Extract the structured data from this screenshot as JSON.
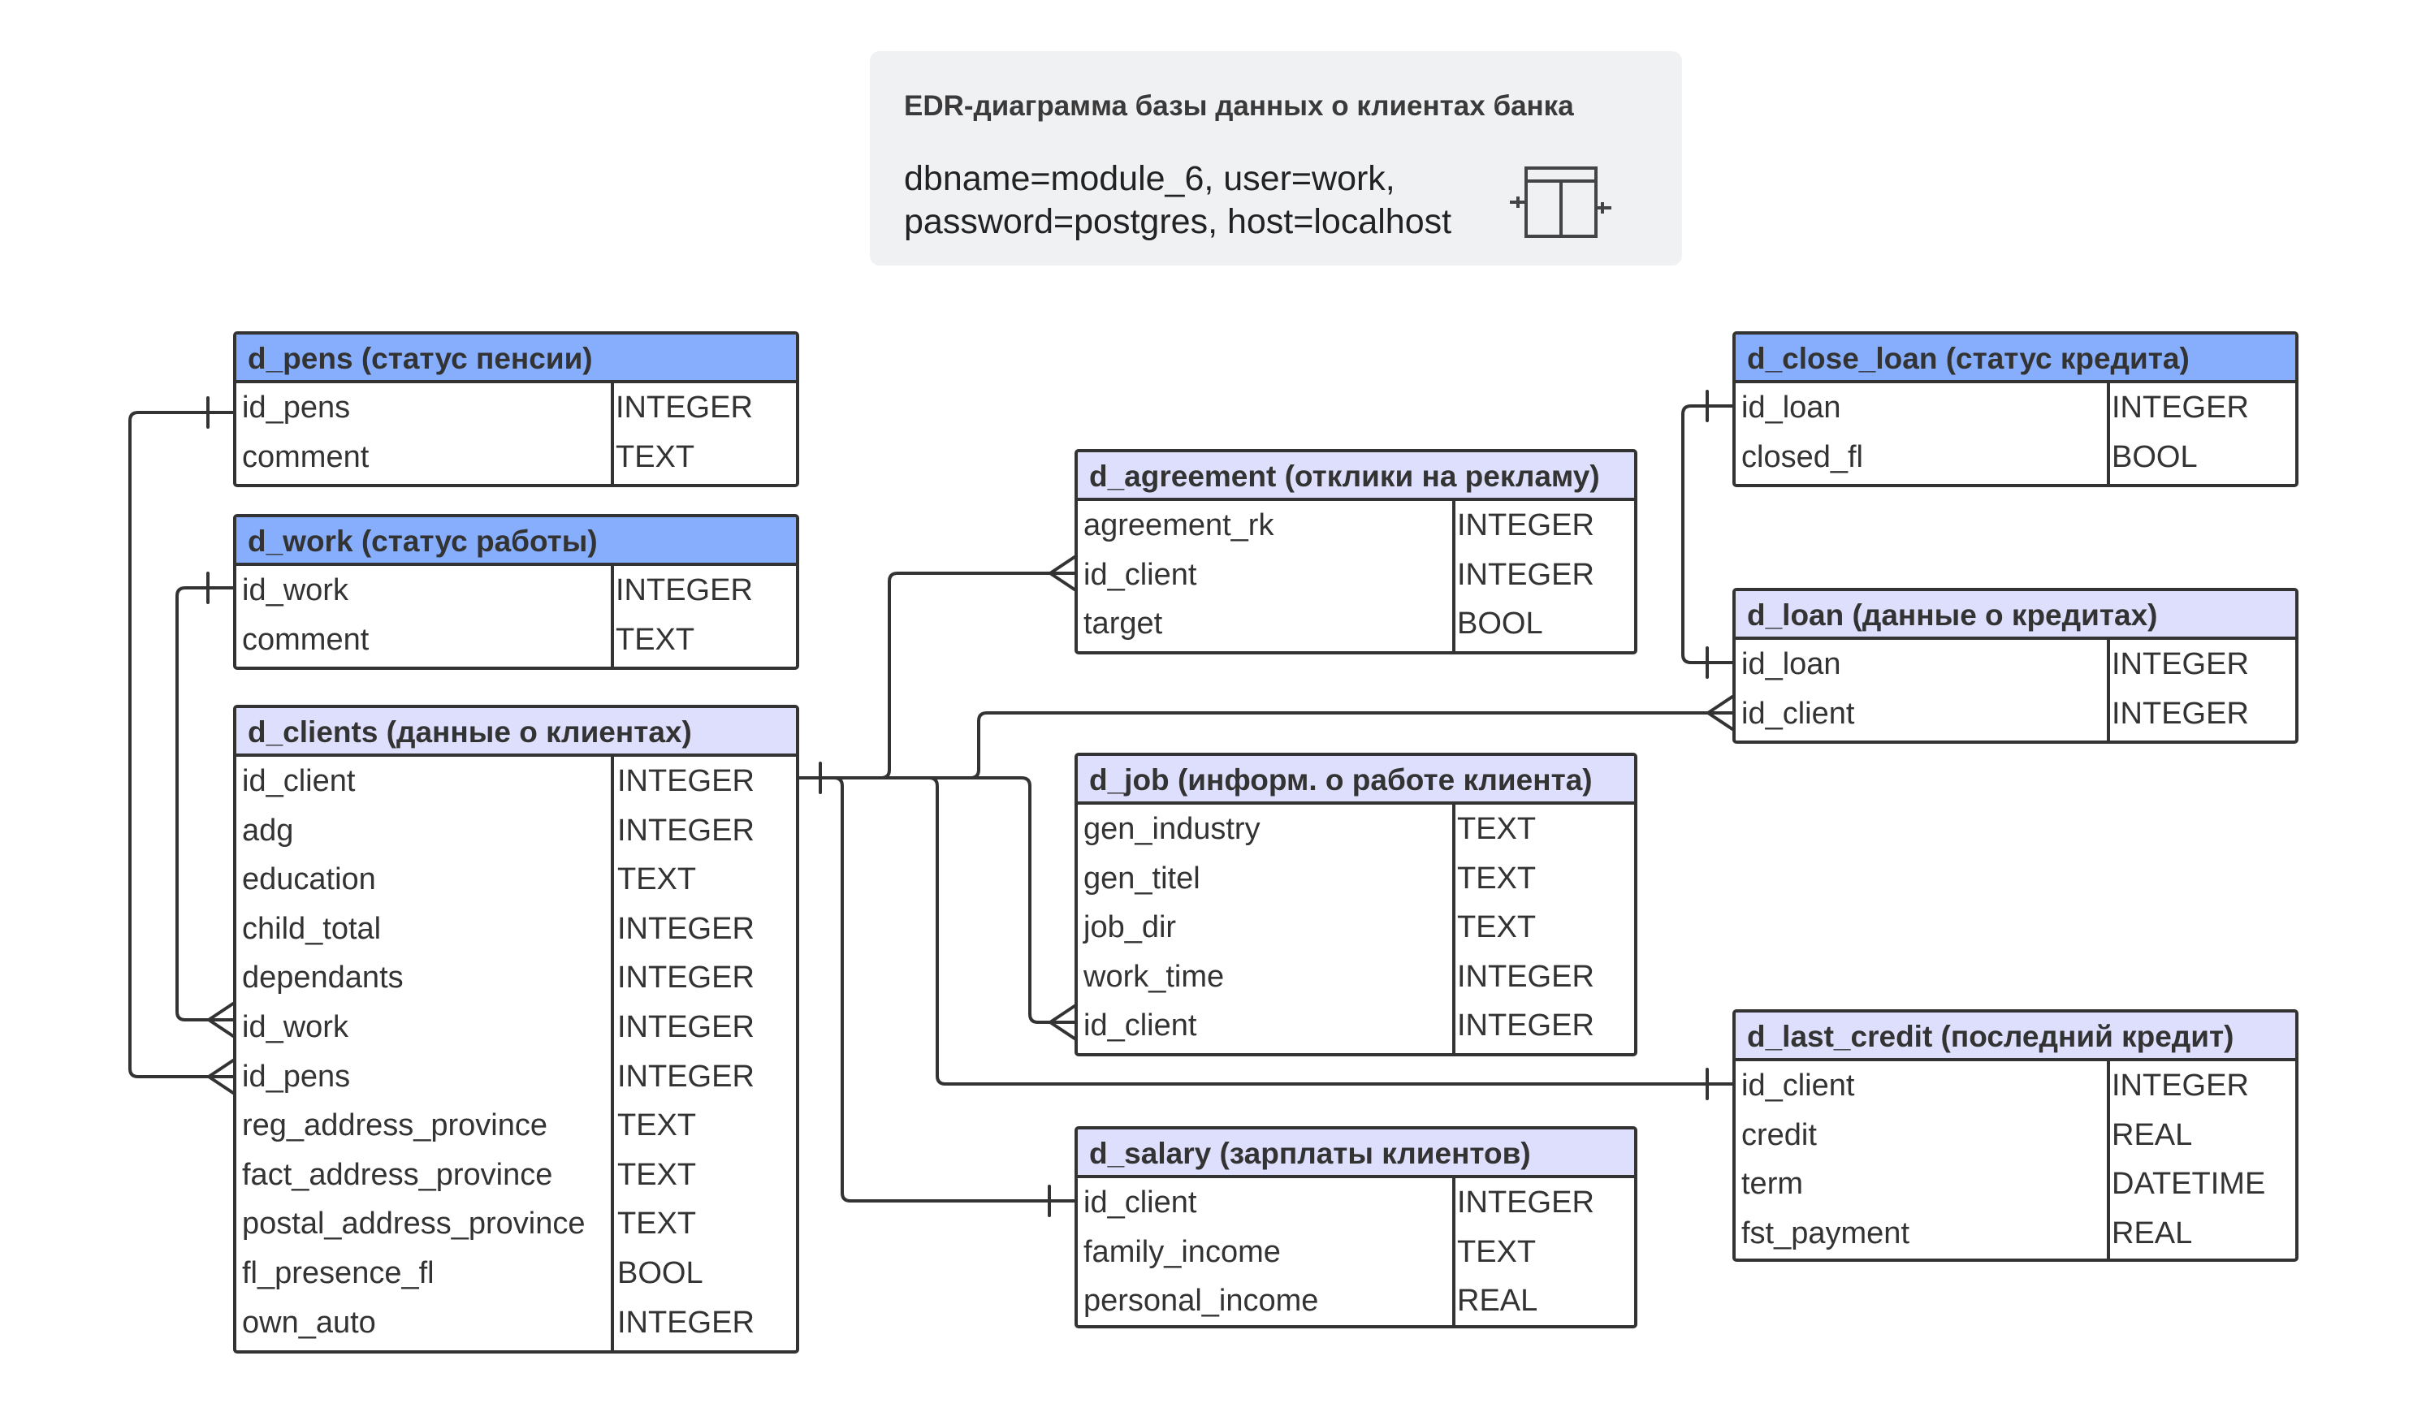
{
  "legend": {
    "title": "EDR-диаграмма базы данных о клиентах банка",
    "line1": "dbname=module_6, user=work,",
    "line2": "password=postgres, host=localhost",
    "icon": "table-icon"
  },
  "colors": {
    "reference_header": "#87aefc",
    "fact_header": "#dedffc",
    "stroke": "#333333",
    "legend_bg": "#f0f1f3"
  },
  "tables": {
    "d_pens": {
      "title": "d_pens (статус пенсии)",
      "rows": [
        {
          "name": "id_pens",
          "type": "INTEGER"
        },
        {
          "name": "comment",
          "type": "TEXT"
        }
      ]
    },
    "d_work": {
      "title": "d_work (статус работы)",
      "rows": [
        {
          "name": "id_work",
          "type": "INTEGER"
        },
        {
          "name": "comment",
          "type": "TEXT"
        }
      ]
    },
    "d_clients": {
      "title": "d_clients (данные о клиентах)",
      "rows": [
        {
          "name": "id_client",
          "type": "INTEGER"
        },
        {
          "name": "adg",
          "type": "INTEGER"
        },
        {
          "name": "education",
          "type": "TEXT"
        },
        {
          "name": "child_total",
          "type": "INTEGER"
        },
        {
          "name": "dependants",
          "type": "INTEGER"
        },
        {
          "name": "id_work",
          "type": "INTEGER"
        },
        {
          "name": "id_pens",
          "type": "INTEGER"
        },
        {
          "name": "reg_address_province",
          "type": "TEXT"
        },
        {
          "name": "fact_address_province",
          "type": "TEXT"
        },
        {
          "name": "postal_address_province",
          "type": "TEXT"
        },
        {
          "name": "fl_presence_fl",
          "type": "BOOL"
        },
        {
          "name": "own_auto",
          "type": "INTEGER"
        }
      ]
    },
    "d_agreement": {
      "title": "d_agreement (отклики на рекламу)",
      "rows": [
        {
          "name": "agreement_rk",
          "type": "INTEGER"
        },
        {
          "name": "id_client",
          "type": "INTEGER"
        },
        {
          "name": "target",
          "type": "BOOL"
        }
      ]
    },
    "d_job": {
      "title": "d_job (информ. о работе клиента)",
      "rows": [
        {
          "name": "gen_industry",
          "type": "TEXT"
        },
        {
          "name": "gen_titel",
          "type": "TEXT"
        },
        {
          "name": "job_dir",
          "type": "TEXT"
        },
        {
          "name": "work_time",
          "type": "INTEGER"
        },
        {
          "name": "id_client",
          "type": "INTEGER"
        }
      ]
    },
    "d_salary": {
      "title": "d_salary (зарплаты клиентов)",
      "rows": [
        {
          "name": "id_client",
          "type": "INTEGER"
        },
        {
          "name": "family_income",
          "type": "TEXT"
        },
        {
          "name": "personal_income",
          "type": "REAL"
        }
      ]
    },
    "d_close_loan": {
      "title": "d_close_loan (статус кредита)",
      "rows": [
        {
          "name": "id_loan",
          "type": "INTEGER"
        },
        {
          "name": "closed_fl",
          "type": "BOOL"
        }
      ]
    },
    "d_loan": {
      "title": "d_loan (данные о кредитах)",
      "rows": [
        {
          "name": "id_loan",
          "type": "INTEGER"
        },
        {
          "name": "id_client",
          "type": "INTEGER"
        }
      ]
    },
    "d_last_credit": {
      "title": "d_last_credit (последний кредит)",
      "rows": [
        {
          "name": "id_client",
          "type": "INTEGER"
        },
        {
          "name": "credit",
          "type": "REAL"
        },
        {
          "name": "term",
          "type": "DATETIME"
        },
        {
          "name": "fst_payment",
          "type": "REAL"
        }
      ]
    }
  },
  "relationships": [
    {
      "from": "d_pens.id_pens",
      "to": "d_clients.id_pens",
      "cardinality": "one-to-many"
    },
    {
      "from": "d_work.id_work",
      "to": "d_clients.id_work",
      "cardinality": "one-to-many"
    },
    {
      "from": "d_clients.id_client",
      "to": "d_agreement.id_client",
      "cardinality": "one-to-many"
    },
    {
      "from": "d_clients.id_client",
      "to": "d_loan.id_client",
      "cardinality": "one-to-many"
    },
    {
      "from": "d_clients.id_client",
      "to": "d_job.id_client",
      "cardinality": "one-to-many"
    },
    {
      "from": "d_clients.id_client",
      "to": "d_last_credit.id_client",
      "cardinality": "one-to-one"
    },
    {
      "from": "d_clients.id_client",
      "to": "d_salary.id_client",
      "cardinality": "one-to-one"
    },
    {
      "from": "d_close_loan.id_loan",
      "to": "d_loan.id_loan",
      "cardinality": "one-to-one"
    }
  ]
}
